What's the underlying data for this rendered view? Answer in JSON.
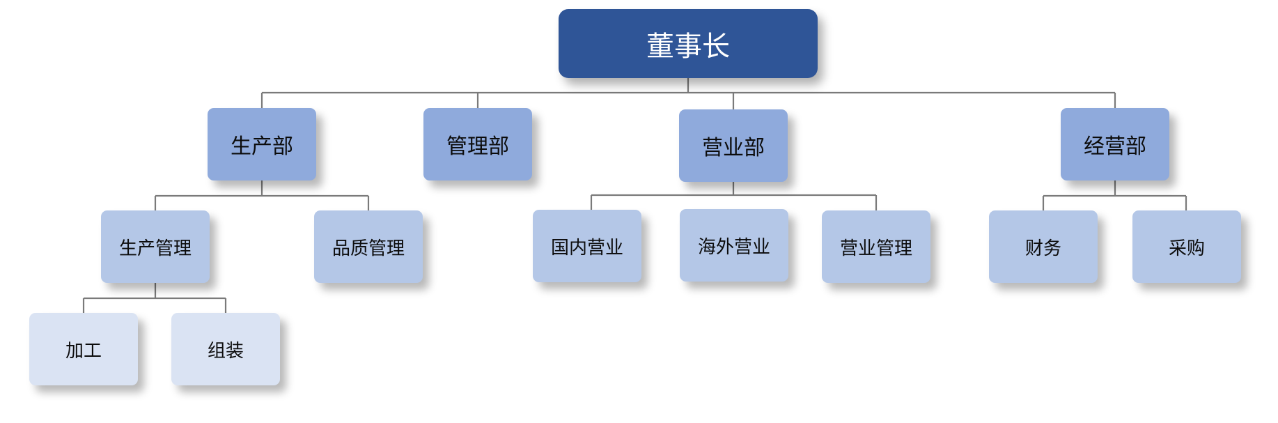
{
  "org_chart": {
    "root": {
      "label": "董事长",
      "children": [
        {
          "label": "生产部",
          "children": [
            {
              "label": "生产管理",
              "children": [
                {
                  "label": "加工"
                },
                {
                  "label": "组装"
                }
              ]
            },
            {
              "label": "品质管理"
            }
          ]
        },
        {
          "label": "管理部"
        },
        {
          "label": "营业部",
          "children": [
            {
              "label": "国内营业"
            },
            {
              "label": "海外营业"
            },
            {
              "label": "营业管理"
            }
          ]
        },
        {
          "label": "经营部",
          "children": [
            {
              "label": "财务"
            },
            {
              "label": "采购"
            }
          ]
        }
      ]
    },
    "colors": {
      "level_0": "#2f5597",
      "level_1": "#8faadc",
      "level_2": "#b4c7e7",
      "level_3": "#dae3f3",
      "connector": "#7a7a7a"
    }
  }
}
